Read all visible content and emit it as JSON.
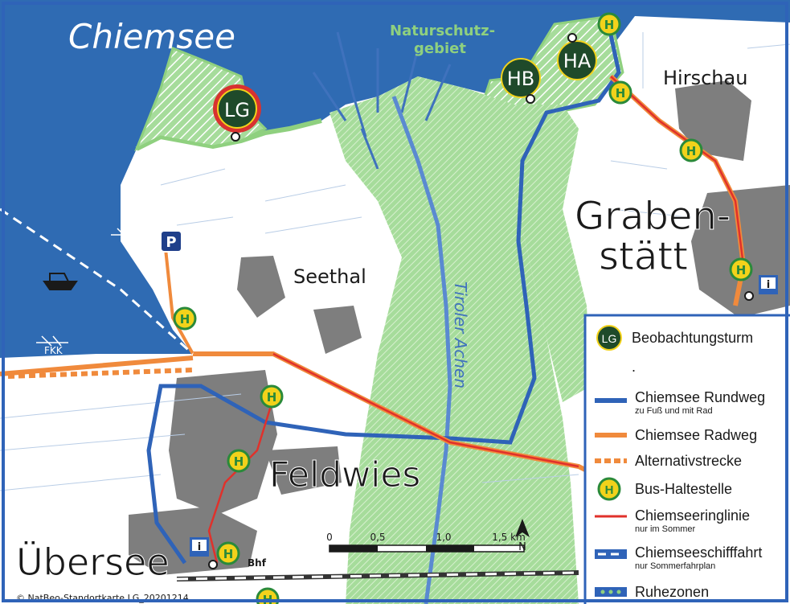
{
  "title": "Chiemsee",
  "places": {
    "reserve_line1": "Naturschutz-",
    "reserve_line2": "gebiet",
    "hirschau": "Hirschau",
    "grabenstaett_line1": "Graben-",
    "grabenstaett_line2": "stätt",
    "seethal": "Seethal",
    "feldwies": "Feldwies",
    "uebersee": "Übersee",
    "river": "Tiroler Achen",
    "fkk": "FKK",
    "bhf": "Bhf"
  },
  "markers": {
    "lg": "LG",
    "hb": "HB",
    "ha": "HA",
    "bus": "H",
    "parking": "P",
    "info": "i"
  },
  "scale": {
    "ticks": [
      "0",
      "0,5",
      "1,0",
      "1,5 km"
    ],
    "north": "N"
  },
  "credit": "© NatBeo-Standortkarte LG_20201214",
  "legend": {
    "items": [
      {
        "symbol": "tower",
        "label": "Beobachtungsturm"
      },
      {
        "symbol": "dot",
        "label": "."
      },
      {
        "symbol": "blue-line",
        "label": "Chiemsee Rundweg",
        "sub": "zu Fuß und mit Rad"
      },
      {
        "symbol": "orange-line",
        "label": "Chiemsee Radweg"
      },
      {
        "symbol": "orange-dash",
        "label": "Alternativstrecke"
      },
      {
        "symbol": "bus",
        "label": "Bus-Haltestelle"
      },
      {
        "symbol": "red-line",
        "label": "Chiemseeringlinie",
        "sub": "nur im Sommer"
      },
      {
        "symbol": "ship",
        "label": "Chiemseeschifffahrt",
        "sub": "nur Sommerfahrplan"
      },
      {
        "symbol": "rest",
        "label": "Ruhezonen"
      }
    ]
  },
  "colors": {
    "lake": "#2f6bb3",
    "reserve": "#9fd894",
    "land": "#ffffff",
    "settlement": "#7e7e7e",
    "rundweg": "#2f63b8",
    "radweg": "#f08a3c",
    "ringlinie": "#e0312b",
    "marker": "#1f4a2a",
    "bus_fill": "#f2d21b",
    "bus_ring": "#2a8a3a",
    "tower_ring": "#d83230"
  }
}
